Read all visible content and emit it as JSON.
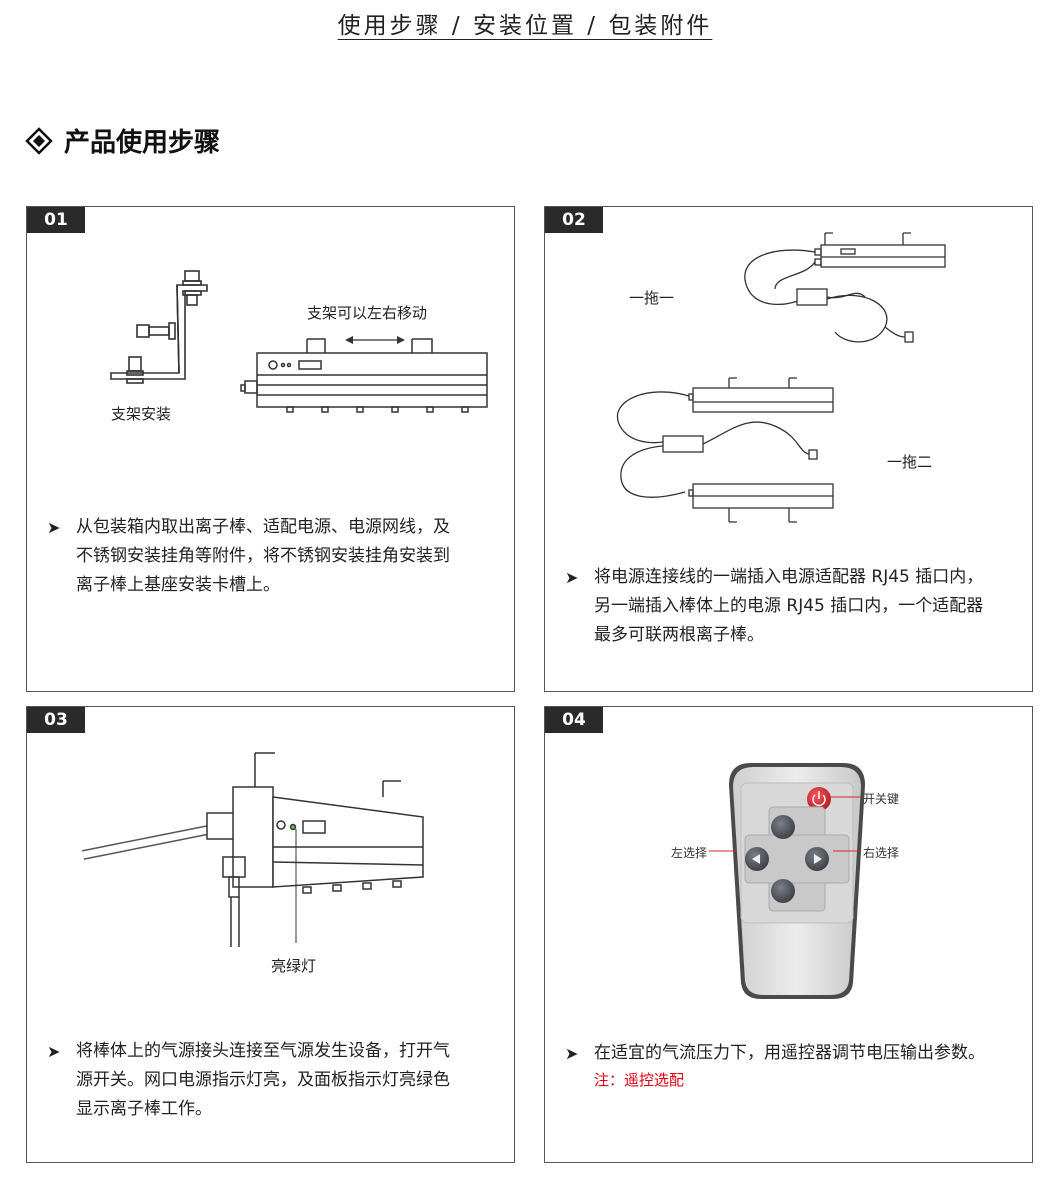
{
  "page_title": "使用步骤 / 安装位置 / 包装附件",
  "section_title": "产品使用步骤",
  "steps": [
    {
      "number": "01",
      "labels": {
        "bracket_move": "支架可以左右移动",
        "bracket_install": "支架安装"
      },
      "description": "从包装箱内取出离子棒、适配电源、电源网线，及\n不锈钢安装挂角等附件，将不锈钢安装挂角安装到\n离子棒上基座安装卡槽上。"
    },
    {
      "number": "02",
      "labels": {
        "one_to_one": "一拖一",
        "one_to_two": "一拖二"
      },
      "description": "将电源连接线的一端插入电源适配器 RJ45 插口内，\n另一端插入棒体上的电源 RJ45 插口内，一个适配器\n最多可联两根离子棒。"
    },
    {
      "number": "03",
      "labels": {
        "green_light": "亮绿灯"
      },
      "description": "将棒体上的气源接头连接至气源发生设备，打开气\n源开关。网口电源指示灯亮，及面板指示灯亮绿色\n显示离子棒工作。"
    },
    {
      "number": "04",
      "labels": {
        "power_key": "开关键",
        "left_select": "左选择",
        "right_select": "右选择"
      },
      "description": "在适宜的气流压力下，用遥控器调节电压输出参数。",
      "note": "注：遥控选配"
    }
  ],
  "icons": {
    "bullet": "arrow-bullet-icon",
    "heading": "diamond-icon"
  },
  "colors": {
    "badge": "#2a2a2a",
    "note": "#e0000f",
    "power_button": "#d9242a"
  }
}
